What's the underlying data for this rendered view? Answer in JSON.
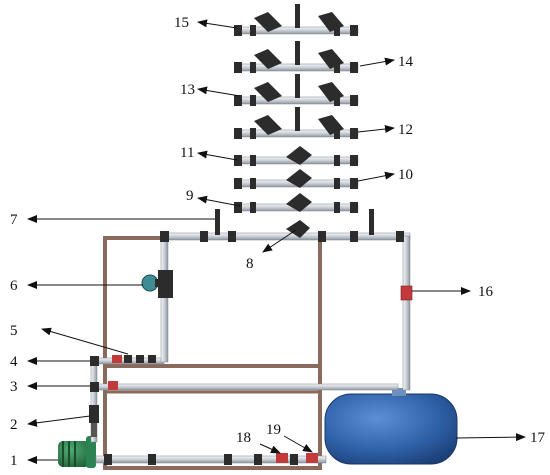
{
  "callouts": {
    "c1": "1",
    "c2": "2",
    "c3": "3",
    "c4": "4",
    "c5": "5",
    "c6": "6",
    "c7": "7",
    "c8": "8",
    "c9": "9",
    "c10": "10",
    "c11": "11",
    "c12": "12",
    "c13": "13",
    "c14": "14",
    "c15": "15",
    "c16": "16",
    "c17": "17",
    "c18": "18",
    "c19": "19"
  },
  "colors": {
    "pipe": "#d3d8de",
    "pipe_edge": "#7d858f",
    "fitting": "#2c2c2c",
    "frame": "#8a6a5c",
    "tank": "#2f62a8",
    "pump": "#2e7d4f",
    "valve_red": "#c23a3a",
    "gauge": "#3f8c95"
  }
}
